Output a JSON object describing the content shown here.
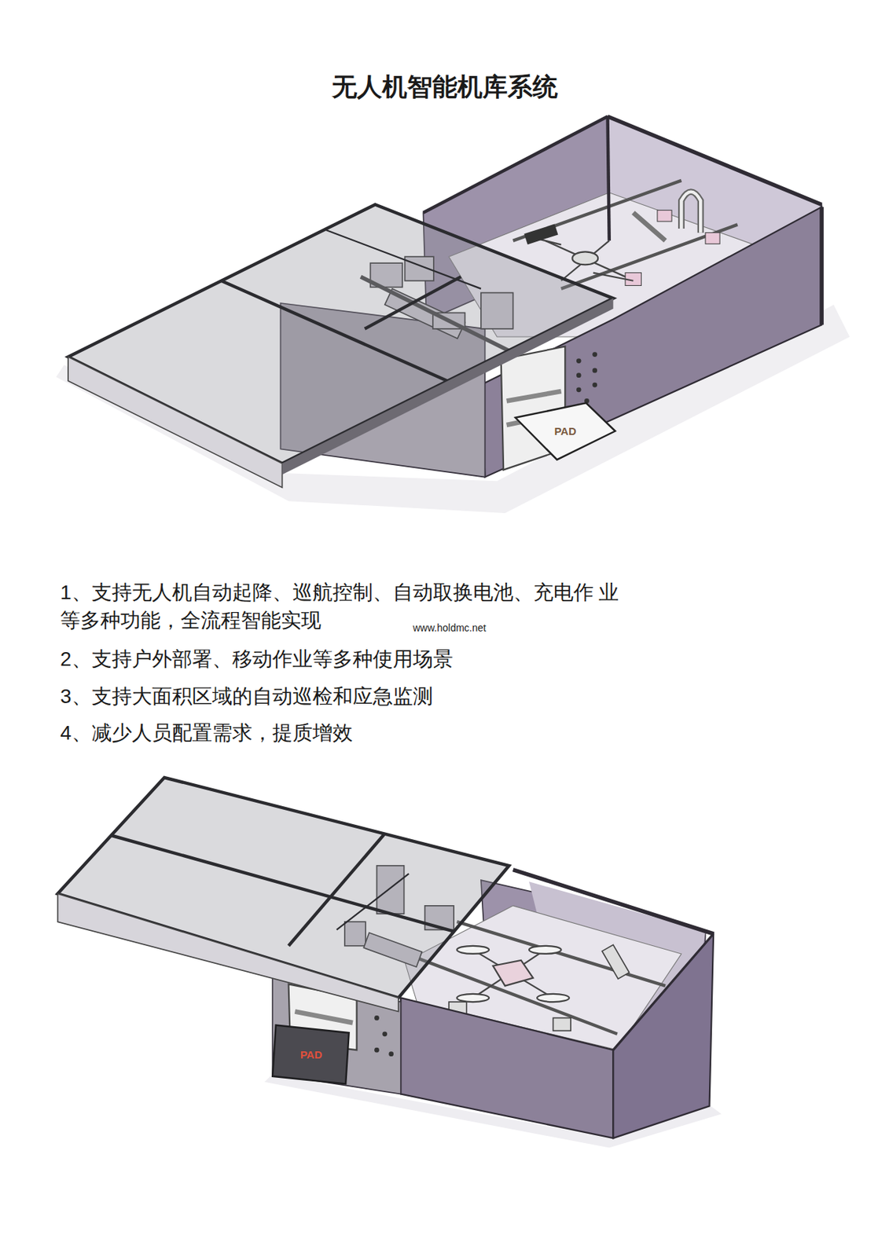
{
  "diagram": {
    "title": "无人机智能机库系统",
    "nodes": [
      {
        "text": [
          "PAD"
        ]
      },
      {
        "text": [
          "PAD"
        ]
      }
    ],
    "labels": [
      "1、支持无人机自动起降、巡航控制、自动取换电池、充电作 业等多种功能，全流程智能实现",
      "www.holdmc.net",
      "2、支持户外部署、移动作业等多种使用场景",
      "3、支持大面积区域的自动巡检和应急监测",
      "4、减少人员配置需求，提质增效"
    ]
  }
}
